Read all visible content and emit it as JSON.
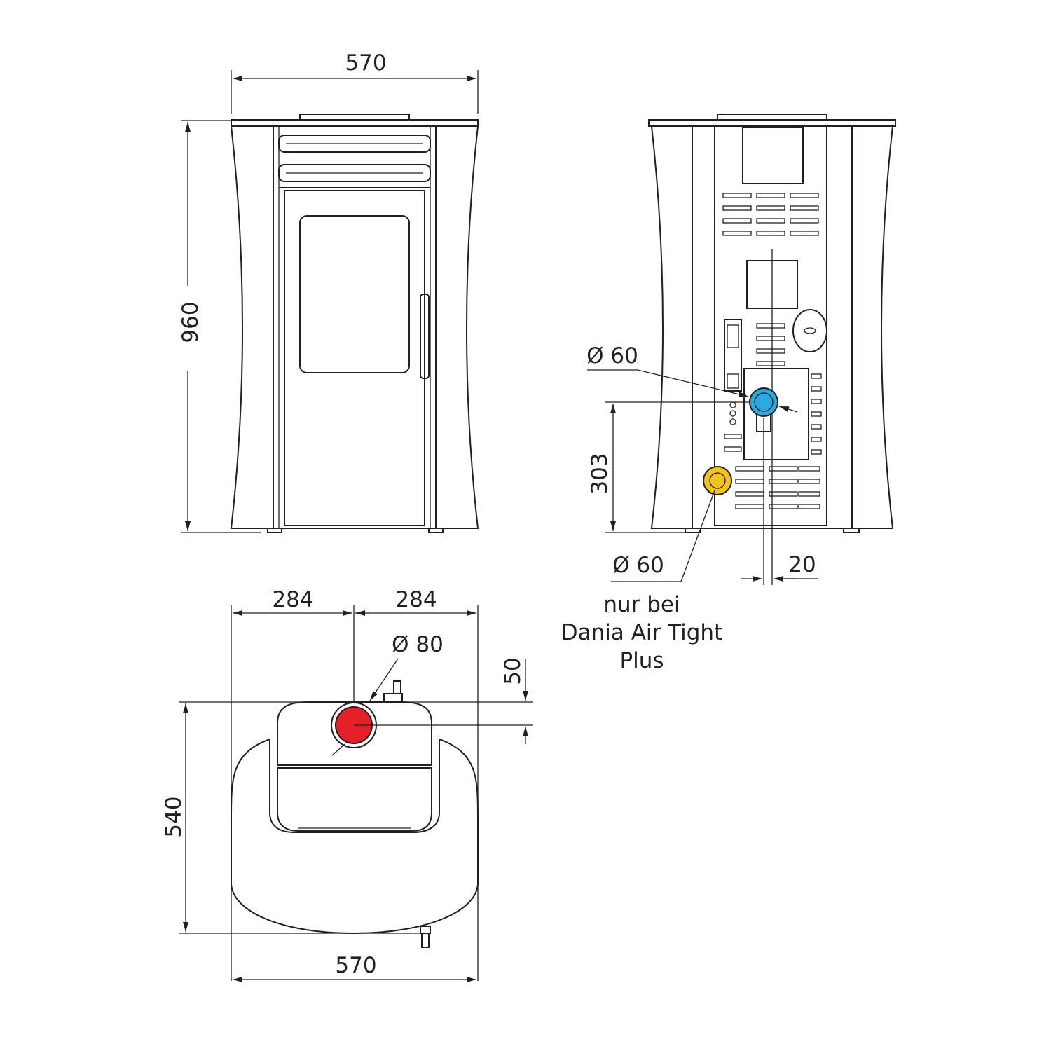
{
  "diagram": {
    "front_view": {
      "width_label": "570",
      "height_label": "960"
    },
    "rear_view": {
      "inlet_top_diameter": "Ø 60",
      "inlet_top_height": "303",
      "inlet_bottom_diameter": "Ø 60",
      "offset_label": "20",
      "note_lines": [
        "nur bei",
        "Dania Air Tight",
        "Plus"
      ]
    },
    "top_view": {
      "half_width_left": "284",
      "half_width_right": "284",
      "flue_diameter": "Ø 80",
      "flue_offset": "50",
      "depth_label": "540",
      "width_label": "570"
    },
    "colors": {
      "flue_outlet": "#e4202a",
      "air_inlet_top": "#2aa8e0",
      "air_inlet_bottom": "#f2c31b",
      "line": "#231f20"
    }
  }
}
